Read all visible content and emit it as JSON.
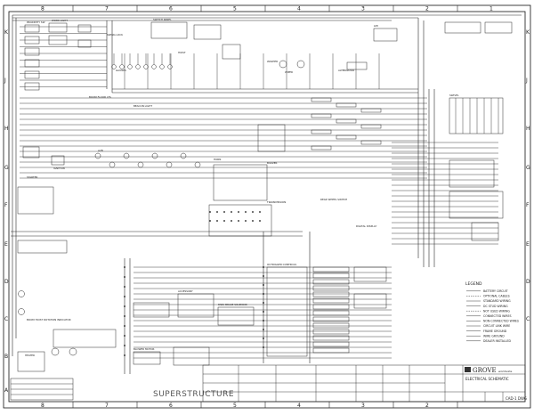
{
  "sheet": {
    "zones_top": [
      "8",
      "7",
      "6",
      "5",
      "4",
      "3",
      "2",
      "1"
    ],
    "zones_side": [
      "K",
      "J",
      "H",
      "G",
      "F",
      "E",
      "D",
      "C",
      "B",
      "A"
    ],
    "section_label": "SUPERSTRUCTURE",
    "sheet_id": "CAD-1 DWG"
  },
  "legend": {
    "title": "LEGEND",
    "items": [
      "BATTERY CIRCUIT",
      "OPTIONAL CABLES",
      "STANDARD WIRING",
      "DC STUD WIRING",
      "NOT USED WIRING",
      "CONNECTED WIRES",
      "NON-CONNECTED WIRES",
      "CIRCUIT LINK WIRE",
      "FRAME GROUND",
      "WIRE GROUND",
      "DEALER INSTALLED"
    ]
  },
  "title_block": {
    "brand": "GROVE",
    "brand_sub": "worldwide",
    "drawing_title": "ELECTRICAL SCHEMATIC"
  },
  "components": [
    "PROXIMITY SW",
    "WORK LIGHT",
    "SWING LOCK",
    "BOOM FLOOD LTS",
    "BEACON LIGHT",
    "WASHER",
    "WIPER",
    "HEATER",
    "HORN",
    "BUZZER",
    "A2B",
    "HOIST",
    "SWITCH PANEL",
    "TRANSMISSION",
    "GAUGES",
    "REAR WHEEL SWITCH",
    "OUTRIGGER CONTROLS",
    "PARK BRAKE SOLENOID",
    "BOOM HOIST ROTATION INDICATOR",
    "BLOWER MOTOR",
    "ACCESSORY",
    "IGNITION",
    "STARTER",
    "ALTERNATOR",
    "DIGITAL DISPLAY",
    "SWIVEL",
    "LMI"
  ]
}
